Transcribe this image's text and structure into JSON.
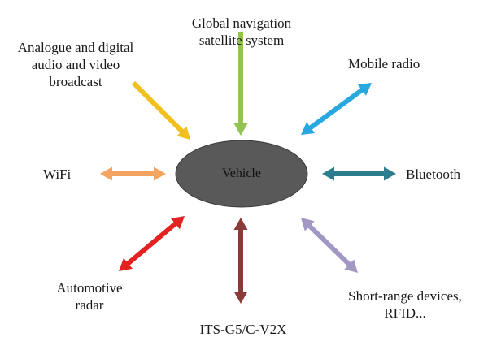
{
  "center": {
    "label": "Vehicle",
    "color": "#595959"
  },
  "nodes": [
    {
      "id": "gnss",
      "label_lines": [
        "Global navigation",
        "satellite system"
      ],
      "arrow": "one-way-to-vehicle",
      "color": "#92c353"
    },
    {
      "id": "broadcast",
      "label_lines": [
        "Analogue and digital",
        "audio and video",
        "broadcast"
      ],
      "arrow": "one-way-to-vehicle",
      "color": "#f2c01e"
    },
    {
      "id": "mobile-radio",
      "label_lines": [
        "Mobile radio"
      ],
      "arrow": "two-way",
      "color": "#29a8df"
    },
    {
      "id": "wifi",
      "label_lines": [
        "WiFi"
      ],
      "arrow": "two-way",
      "color": "#f4a460"
    },
    {
      "id": "bluetooth",
      "label_lines": [
        "Bluetooth"
      ],
      "arrow": "two-way",
      "color": "#2e7d8f"
    },
    {
      "id": "automotive-radar",
      "label_lines": [
        "Automotive",
        "radar"
      ],
      "arrow": "two-way",
      "color": "#e52222"
    },
    {
      "id": "its-g5",
      "label_lines": [
        "ITS-G5/C-V2X"
      ],
      "arrow": "two-way",
      "color": "#8b3a3a"
    },
    {
      "id": "short-range",
      "label_lines": [
        "Short-range devices,",
        "RFID..."
      ],
      "arrow": "two-way",
      "color": "#a397c4"
    }
  ]
}
